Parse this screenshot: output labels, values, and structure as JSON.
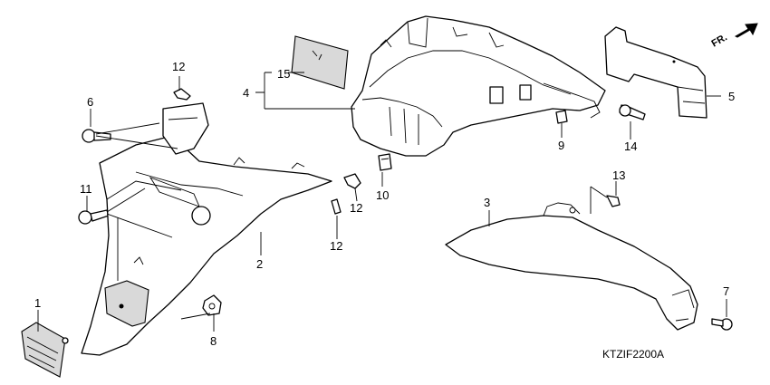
{
  "diagram": {
    "drawing_code": "KTZIF2200A",
    "direction_label": "FR.",
    "callouts": {
      "c1": "1",
      "c2": "2",
      "c3": "3",
      "c4": "4",
      "c5": "5",
      "c6": "6",
      "c7": "7",
      "c8": "8",
      "c9": "9",
      "c10": "10",
      "c11": "11",
      "c12a": "12",
      "c12b": "12",
      "c12c": "12",
      "c13": "13",
      "c14": "14",
      "c15": "15"
    }
  }
}
